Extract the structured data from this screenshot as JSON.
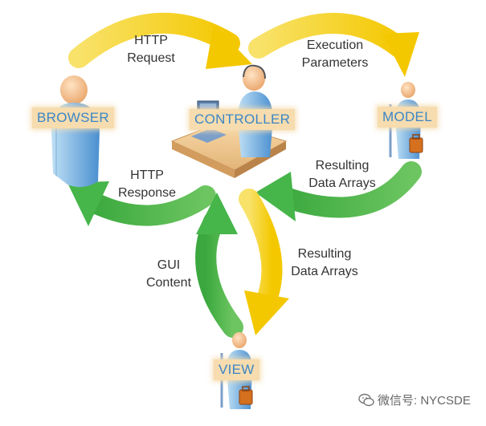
{
  "nodes": {
    "browser": "BROWSER",
    "controller": "CONTROLLER",
    "model": "MODEL",
    "view": "VIEW"
  },
  "edges": {
    "http_request": [
      "HTTP",
      "Request"
    ],
    "execution_parameters": [
      "Execution",
      "Parameters"
    ],
    "resulting_data_model": [
      "Resulting",
      "Data Arrays"
    ],
    "http_response": [
      "HTTP",
      "Response"
    ],
    "resulting_data_view": [
      "Resulting",
      "Data Arrays"
    ],
    "gui_content": [
      "GUI",
      "Content"
    ]
  },
  "watermark": "微信号: NYCSDE",
  "colors": {
    "request_arrow": "#f5d000",
    "response_arrow": "#46b54a",
    "label_bg": "#f6dcae",
    "label_text": "#3b86c6"
  }
}
